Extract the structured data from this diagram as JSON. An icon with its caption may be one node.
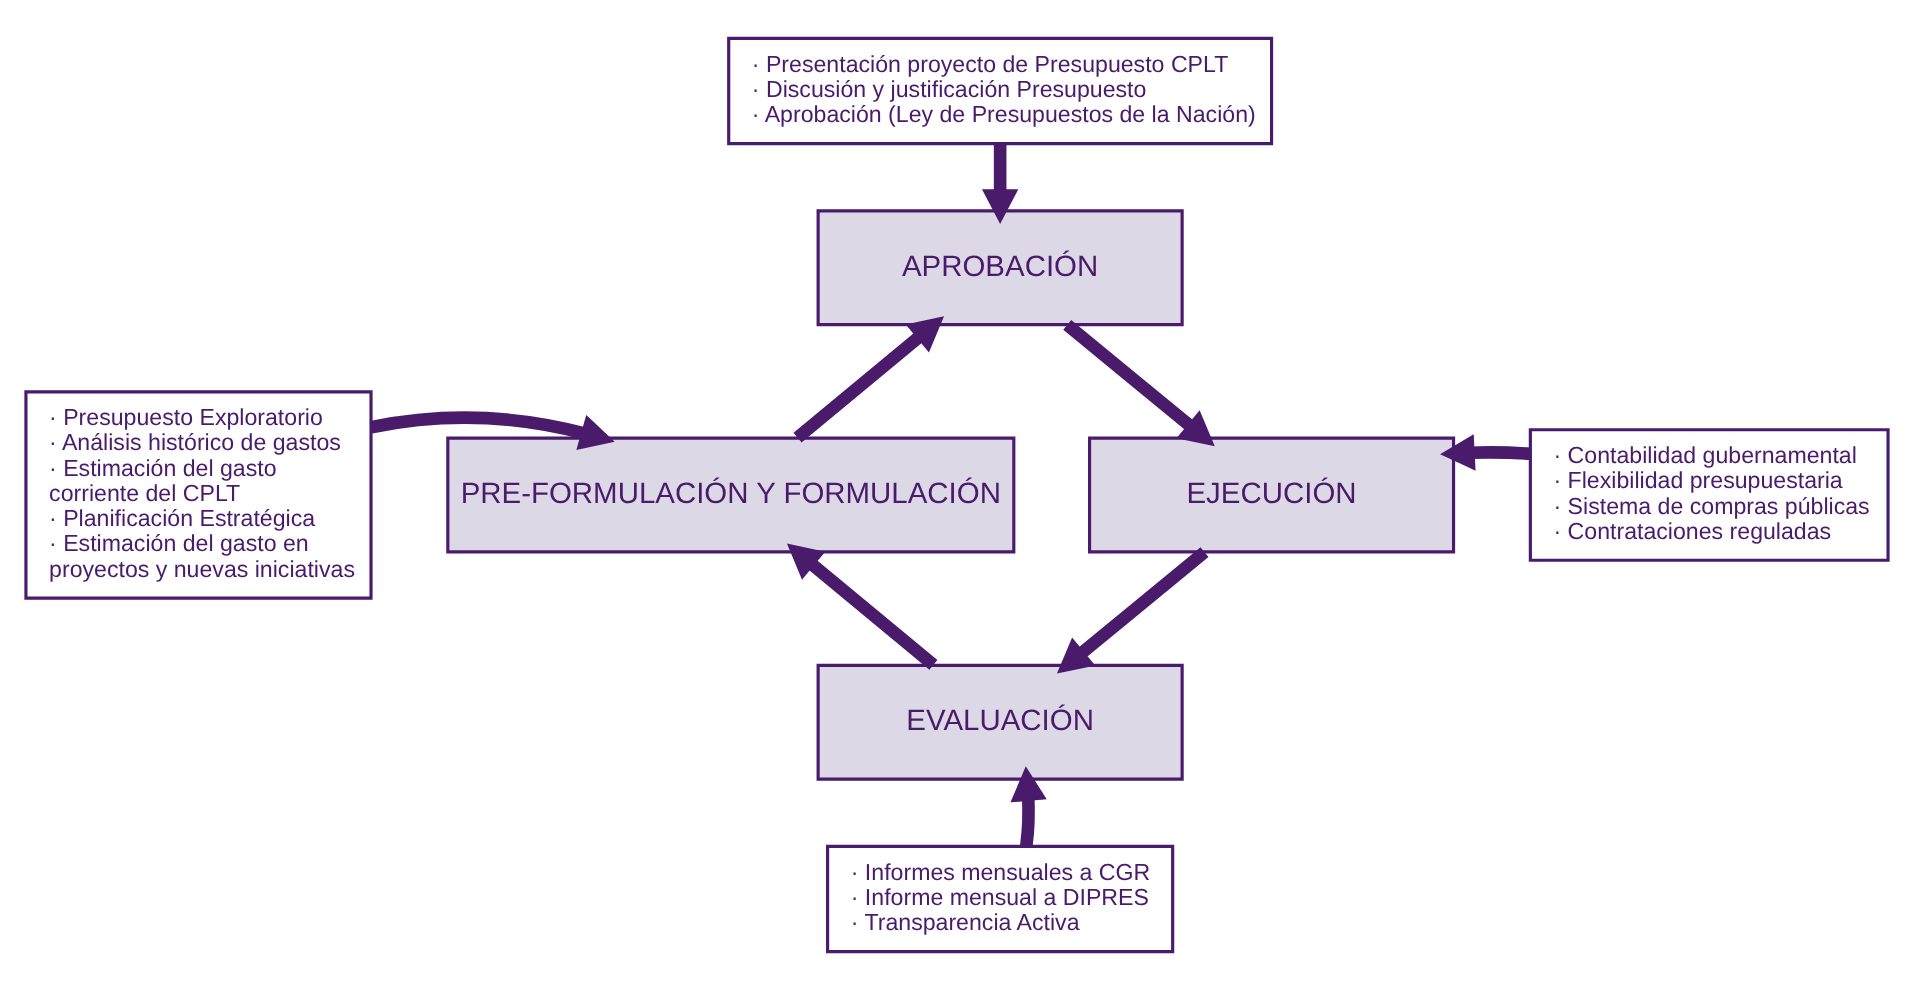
{
  "diagram": {
    "nodes": [
      {
        "text": [
          "· Presentación proyecto de Presupuesto CPLT",
          "· Discusión y justificación Presupuesto",
          "· Aprobación (Ley de Presupuestos de la Nación)"
        ]
      },
      {
        "text": [
          "APROBACIÓN"
        ]
      },
      {
        "text": [
          "· Presupuesto Exploratorio",
          "· Análisis histórico de gastos",
          "· Estimación del gasto corriente del CPLT",
          "· Planificación Estratégica",
          "· Estimación del gasto en proyectos y nuevas iniciativas"
        ]
      },
      {
        "text": [
          "PRE-FORMULACIÓN Y FORMULACIÓN"
        ]
      },
      {
        "text": [
          "EJECUCIÓN"
        ]
      },
      {
        "text": [
          "· Contabilidad gubernamental",
          "· Flexibilidad presupuestaria",
          "· Sistema de compras públicas",
          "· Contrataciones reguladas"
        ]
      },
      {
        "text": [
          "EVALUACIÓN"
        ]
      },
      {
        "text": [
          "· Informes mensuales a CGR",
          "· Informe mensual a DIPRES",
          "· Transparencia Activa"
        ]
      }
    ],
    "edges": [
      {
        "from": 0,
        "to": 1,
        "arrow": "to"
      },
      {
        "from": 3,
        "to": 1,
        "arrow": "to"
      },
      {
        "from": 1,
        "to": 4,
        "arrow": "to"
      },
      {
        "from": 2,
        "to": 3,
        "arrow": "to"
      },
      {
        "from": 5,
        "to": 4,
        "arrow": "to"
      },
      {
        "from": 4,
        "to": 6,
        "arrow": "to"
      },
      {
        "from": 6,
        "to": 3,
        "arrow": "to"
      },
      {
        "from": 7,
        "to": 6,
        "arrow": "to"
      }
    ]
  }
}
